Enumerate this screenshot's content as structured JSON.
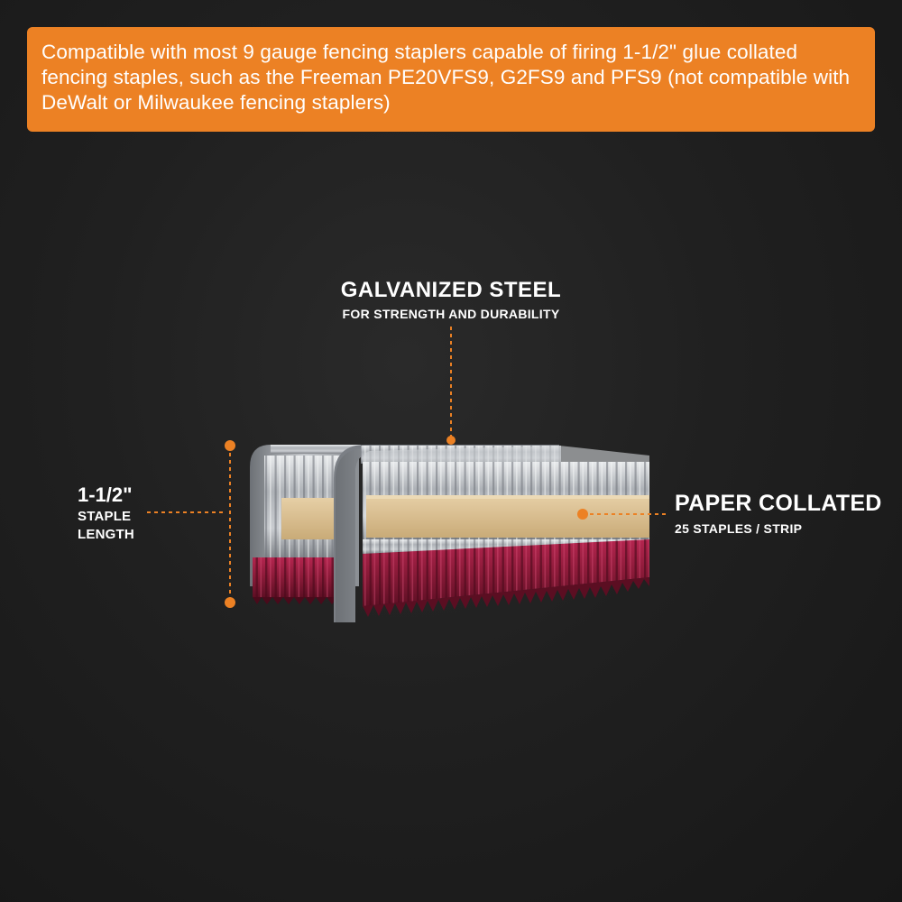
{
  "banner": {
    "text": "Compatible with most 9 gauge fencing staplers capable of firing 1-1/2\" glue collated fencing staples, such as the Freeman PE20VFS9, G2FS9 and PFS9 (not compatible with DeWalt or Milwaukee fencing staplers)"
  },
  "callouts": {
    "steel": {
      "title": "GALVANIZED STEEL",
      "subtitle": "FOR STRENGTH AND DURABILITY"
    },
    "length": {
      "title": "1-1/2\"",
      "subtitle_line1": "STAPLE",
      "subtitle_line2": "LENGTH"
    },
    "paper": {
      "title": "PAPER COLLATED",
      "subtitle": "25 STAPLES / STRIP"
    }
  },
  "colors": {
    "accent": "#ec8124",
    "background": "#1e1e1e",
    "text": "#ffffff",
    "staple_metal": "#b9bcc0",
    "staple_tip": "#8e1b3a",
    "paper_strip": "#d9bf92"
  }
}
